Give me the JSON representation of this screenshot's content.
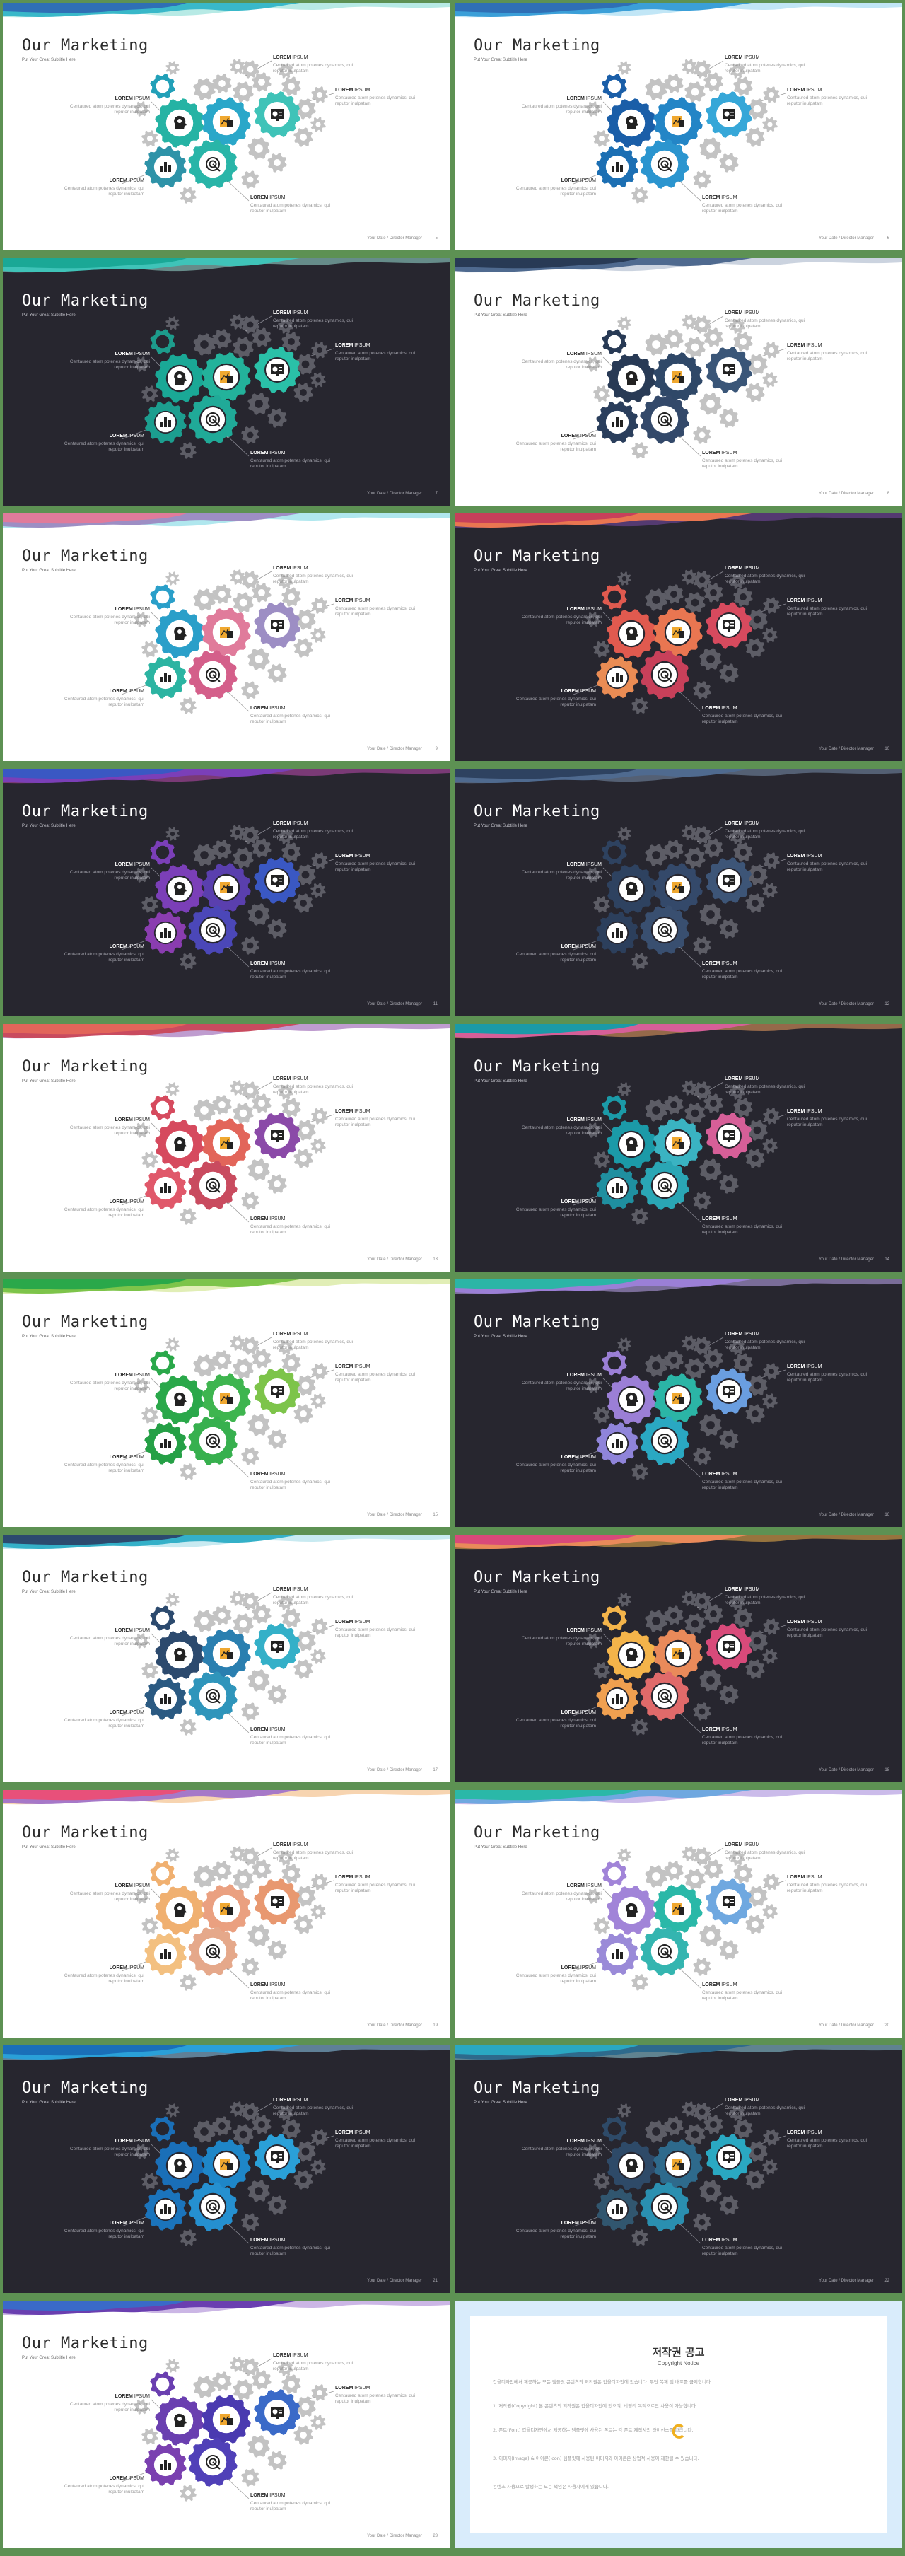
{
  "slide_text": {
    "title": "Our Marketing",
    "subtitle": "Put Your Great Subtitle Here",
    "callout_head_bold": "LOREM",
    "callout_head_rest": "IPSUM",
    "callout_body": "Centaured atom potenes dynamics, qui reputor inulpatam",
    "footer": "Your Date / Director Manager"
  },
  "slides": [
    {
      "theme": "light",
      "page": "5",
      "palette": [
        "#25b3a4",
        "#2aa7c9",
        "#3fc3b8",
        "#2e93a8",
        "#29b5a8",
        "#22a0b8"
      ],
      "wave": [
        "#2f6fb5",
        "#39b8c9",
        "#7bd8d0"
      ]
    },
    {
      "theme": "light",
      "page": "6",
      "palette": [
        "#1a5ea8",
        "#2385c6",
        "#36a7d8",
        "#1c6fb3",
        "#2b95cf",
        "#1a5ea8"
      ],
      "wave": [
        "#2f6fb5",
        "#3b9fd8",
        "#8ed2ef"
      ]
    },
    {
      "theme": "dark",
      "page": "7",
      "palette": [
        "#1aa896",
        "#23b29b",
        "#2ac0a8",
        "#1c9e8f",
        "#20aa98",
        "#1d9c8c"
      ],
      "wave": [
        "#1aa896",
        "#3fc3b8",
        "#9ae0d6"
      ]
    },
    {
      "theme": "light",
      "page": "8",
      "palette": [
        "#283a55",
        "#2f4868",
        "#3a5678",
        "#2a3e5c",
        "#33496a",
        "#283a55"
      ],
      "wave": [
        "#283a55",
        "#4f6a8f",
        "#a0aec4"
      ]
    },
    {
      "theme": "light",
      "page": "9",
      "palette": [
        "#2a9fc9",
        "#e07b9b",
        "#9d8ec4",
        "#2cb4a2",
        "#d45f8a",
        "#2a9fc9"
      ],
      "wave": [
        "#e07b9b",
        "#9d8ec4",
        "#6fd3e0"
      ]
    },
    {
      "theme": "dark",
      "page": "10",
      "palette": [
        "#e05a4f",
        "#e97651",
        "#d74a5e",
        "#ea8c54",
        "#c8405a",
        "#e05a4f"
      ],
      "wave": [
        "#c8405a",
        "#e97651",
        "#7a4aa8"
      ]
    },
    {
      "theme": "dark",
      "page": "11",
      "palette": [
        "#7b3fb8",
        "#5a3fae",
        "#3a58c3",
        "#8a3db0",
        "#4b47b8",
        "#7b3fb8"
      ],
      "wave": [
        "#3a58c3",
        "#7b3fb8",
        "#c04ab0"
      ]
    },
    {
      "theme": "dark",
      "page": "12",
      "palette": [
        "#2e4260",
        "#34496a",
        "#3d5577",
        "#2c3f5c",
        "#394f70",
        "#2e4260"
      ],
      "wave": [
        "#2e4260",
        "#4f6a8f",
        "#7a8fad"
      ]
    },
    {
      "theme": "light",
      "page": "13",
      "palette": [
        "#d64a5e",
        "#e2655a",
        "#8b4aa8",
        "#e0586a",
        "#c94b5f",
        "#d64a5e"
      ],
      "wave": [
        "#e2655a",
        "#c94b5f",
        "#8b4aa8"
      ]
    },
    {
      "theme": "dark",
      "page": "14",
      "palette": [
        "#1b9aa8",
        "#3ab3c2",
        "#d65f98",
        "#1f8fa0",
        "#2aa6b5",
        "#1b9aa8"
      ],
      "wave": [
        "#1b9aa8",
        "#d65f98",
        "#f0a060"
      ]
    },
    {
      "theme": "light",
      "page": "15",
      "palette": [
        "#2aa84a",
        "#3eb54f",
        "#7dc44a",
        "#25a046",
        "#37b04e",
        "#2aa84a"
      ],
      "wave": [
        "#2aa84a",
        "#7dc44a",
        "#c8e07a"
      ]
    },
    {
      "theme": "dark",
      "page": "16",
      "palette": [
        "#9b7fd6",
        "#2bb5a6",
        "#6a9ee0",
        "#8f84da",
        "#2aa8c2",
        "#9b7fd6"
      ],
      "wave": [
        "#2bb5a6",
        "#9b7fd6",
        "#c0a8f0"
      ]
    },
    {
      "theme": "light",
      "page": "17",
      "palette": [
        "#2c4a6e",
        "#2a7fb0",
        "#34b0c8",
        "#2b5a82",
        "#2f95bb",
        "#2c4a6e"
      ],
      "wave": [
        "#2c4a6e",
        "#34b0c8",
        "#9ad8e6"
      ]
    },
    {
      "theme": "dark",
      "page": "18",
      "palette": [
        "#f4b44a",
        "#e98a5a",
        "#d84a7a",
        "#f0a050",
        "#e06a6a",
        "#f4b44a"
      ],
      "wave": [
        "#d84a7a",
        "#e98a5a",
        "#f4b44a"
      ]
    },
    {
      "theme": "light",
      "page": "19",
      "palette": [
        "#f0b070",
        "#eaa080",
        "#e89870",
        "#f3c080",
        "#e5a88a",
        "#f0b070"
      ],
      "wave": [
        "#e8507a",
        "#a678c8",
        "#f0b070"
      ]
    },
    {
      "theme": "light",
      "page": "20",
      "palette": [
        "#a184d8",
        "#2ab8a8",
        "#6fa8e0",
        "#9a8ad8",
        "#34b5b0",
        "#a184d8"
      ],
      "wave": [
        "#2ab8a8",
        "#6fa8e0",
        "#a184d8"
      ]
    },
    {
      "theme": "dark",
      "page": "21",
      "palette": [
        "#1a6fb8",
        "#1e86c8",
        "#2aa0d8",
        "#1b74bc",
        "#2590d0",
        "#1a6fb8"
      ],
      "wave": [
        "#1a6fb8",
        "#2aa0d8",
        "#8ecbed"
      ]
    },
    {
      "theme": "dark",
      "page": "22",
      "palette": [
        "#2e4a68",
        "#2e6a8c",
        "#2aa8c2",
        "#31566f",
        "#2a8fb0",
        "#2e4a68"
      ],
      "wave": [
        "#2aa8c2",
        "#2e6a8c",
        "#90d0e0"
      ]
    },
    {
      "theme": "light",
      "page": "23",
      "palette": [
        "#6a3fb0",
        "#4a3ab0",
        "#3a6ac8",
        "#7a40b0",
        "#5040b8",
        "#6a3fb0"
      ],
      "wave": [
        "#3a6ac8",
        "#6a3fb0",
        "#a07ad0"
      ]
    }
  ],
  "notice": {
    "title": "저작권 공고",
    "subtitle": "Copyright Notice",
    "paragraphs": [
      "갑을디자인에서 제공하는 모든 템플릿 콘텐츠의 저작권은 갑을디자인에 있습니다. 무단 복제 및 배포를 금지합니다.",
      "1. 저작권(Copyright) 본 콘텐츠의 저작권은 갑을디자인에 있으며, 비영리 목적으로만 사용이 가능합니다.",
      "2. 폰트(Font) 갑을디자인에서 제공하는 템플릿에 사용된 폰트는 각 폰트 제작사의 라이선스를 따릅니다.",
      "3. 이미지(Image) & 아이콘(Icon) 템플릿에 사용된 이미지와 아이콘은 상업적 사용이 제한될 수 있습니다.",
      "콘텐츠 사용으로 발생하는 모든 책임은 사용자에게 있습니다."
    ]
  }
}
